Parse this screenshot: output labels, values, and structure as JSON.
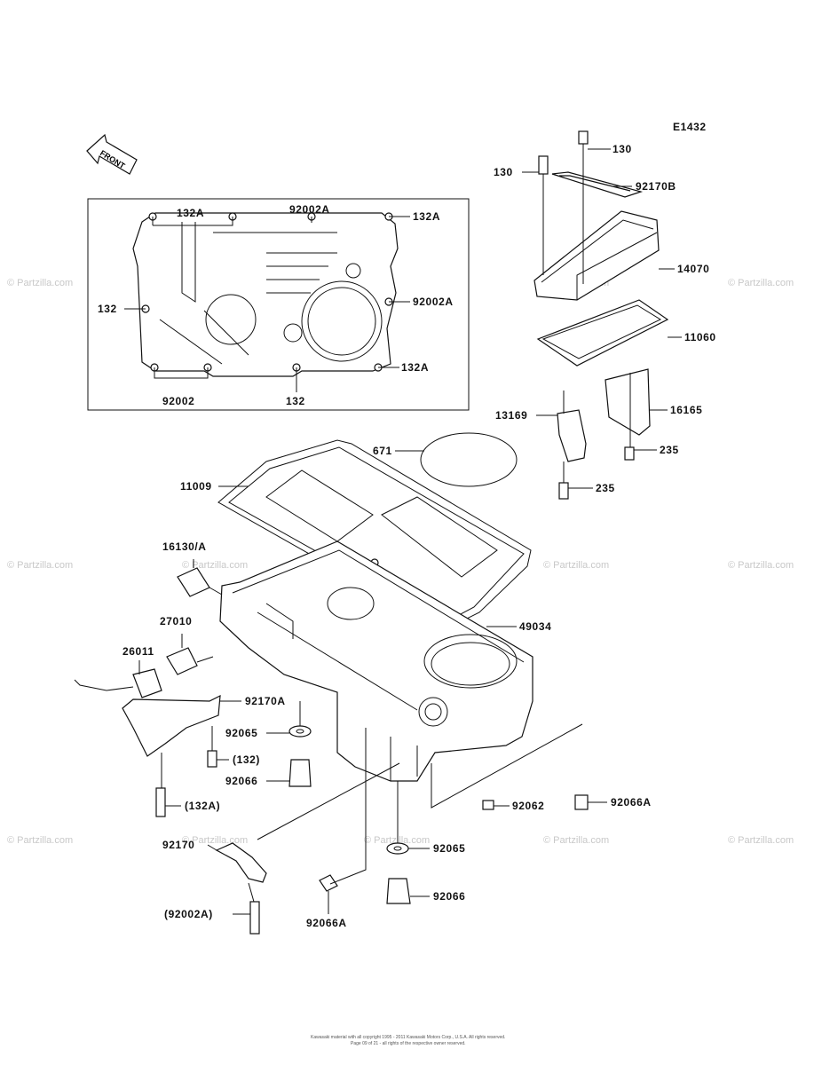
{
  "diagram_code": "E1432",
  "front_label": "FRONT",
  "watermark": "© Partzilla.com",
  "callouts": [
    {
      "id": "c-132a-top",
      "text": "132A"
    },
    {
      "id": "c-92002a-top",
      "text": "92002A"
    },
    {
      "id": "c-132a-right",
      "text": "132A"
    },
    {
      "id": "c-92002a-right",
      "text": "92002A"
    },
    {
      "id": "c-132-left",
      "text": "132"
    },
    {
      "id": "c-132a-bottom",
      "text": "132A"
    },
    {
      "id": "c-92002",
      "text": "92002"
    },
    {
      "id": "c-132-bottom",
      "text": "132"
    },
    {
      "id": "c-130-right",
      "text": "130"
    },
    {
      "id": "c-130-left",
      "text": "130"
    },
    {
      "id": "c-92170b",
      "text": "92170B"
    },
    {
      "id": "c-14070",
      "text": "14070"
    },
    {
      "id": "c-11060",
      "text": "11060"
    },
    {
      "id": "c-16165",
      "text": "16165"
    },
    {
      "id": "c-13169",
      "text": "13169"
    },
    {
      "id": "c-235-right",
      "text": "235"
    },
    {
      "id": "c-235-left",
      "text": "235"
    },
    {
      "id": "c-671",
      "text": "671"
    },
    {
      "id": "c-11009",
      "text": "11009"
    },
    {
      "id": "c-16130a",
      "text": "16130/A"
    },
    {
      "id": "c-27010",
      "text": "27010"
    },
    {
      "id": "c-26011",
      "text": "26011"
    },
    {
      "id": "c-49034",
      "text": "49034"
    },
    {
      "id": "c-92170a",
      "text": "92170A"
    },
    {
      "id": "c-92065-left",
      "text": "92065"
    },
    {
      "id": "c-132-paren",
      "text": "(132)"
    },
    {
      "id": "c-92066-left",
      "text": "92066"
    },
    {
      "id": "c-132a-paren",
      "text": "(132A)"
    },
    {
      "id": "c-92062",
      "text": "92062"
    },
    {
      "id": "c-92066a-right",
      "text": "92066A"
    },
    {
      "id": "c-92170",
      "text": "92170"
    },
    {
      "id": "c-92065-right",
      "text": "92065"
    },
    {
      "id": "c-92066-right",
      "text": "92066"
    },
    {
      "id": "c-92002a-paren",
      "text": "(92002A)"
    },
    {
      "id": "c-92066a-bottom",
      "text": "92066A"
    }
  ],
  "footer": {
    "line1": "Kawasaki material with all copyright 1995 - 2011 Kawasaki Motors Corp., U.S.A. All rights reserved.",
    "line2": "Page 09 of 21 - all rights of the respective owner reserved."
  }
}
